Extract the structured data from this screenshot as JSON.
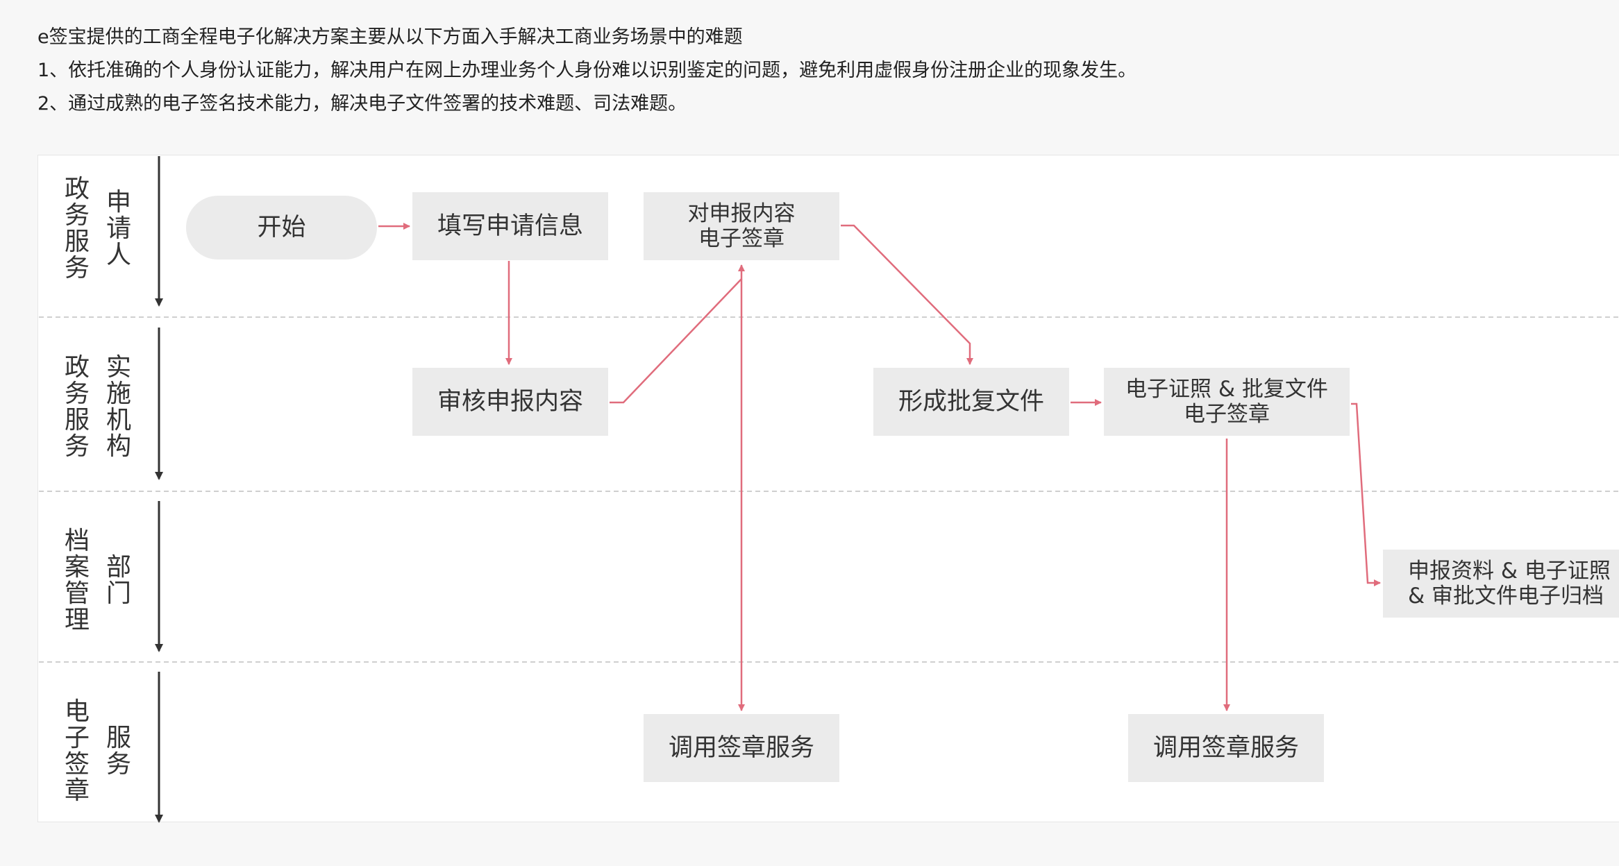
{
  "intro": {
    "line1": "e签宝提供的工商全程电子化解决方案主要从以下方面入手解决工商业务场景中的难题",
    "line2": "1、依托准确的个人身份认证能力，解决用户在网上办理业务个人身份难以识别鉴定的问题，避免利用虚假身份注册企业的现象发生。",
    "line3": "2、通过成熟的电子签名技术能力，解决电子文件签署的技术难题、司法难题。"
  },
  "lanes": [
    {
      "col1": [
        "政",
        "务",
        "服",
        "务"
      ],
      "col2": [
        "申",
        "请",
        "人"
      ]
    },
    {
      "col1": [
        "政",
        "务",
        "服",
        "务"
      ],
      "col2": [
        "实",
        "施",
        "机",
        "构"
      ]
    },
    {
      "col1": [
        "档",
        "案",
        "管",
        "理"
      ],
      "col2": [
        "部",
        "门"
      ]
    },
    {
      "col1": [
        "电",
        "子",
        "签",
        "章"
      ],
      "col2": [
        "服",
        "务"
      ]
    }
  ],
  "nodes": {
    "start": {
      "lines": [
        "开始"
      ]
    },
    "fill_info": {
      "lines": [
        "填写申请信息"
      ]
    },
    "applicant_sign": {
      "lines": [
        "对申报内容",
        "电子签章"
      ]
    },
    "review": {
      "lines": [
        "审核申报内容"
      ]
    },
    "approval_doc": {
      "lines": [
        "形成批复文件"
      ]
    },
    "license_sign": {
      "lines": [
        "电子证照 & 批复文件",
        "电子签章"
      ]
    },
    "archive": {
      "lines": [
        "申报资料 & 电子证照",
        "& 审批文件电子归档"
      ]
    },
    "sign_service_1": {
      "lines": [
        "调用签章服务"
      ]
    },
    "sign_service_2": {
      "lines": [
        "调用签章服务"
      ]
    }
  },
  "colors": {
    "background": "#f7f7f7",
    "panel": "#ffffff",
    "node_fill": "#ebebeb",
    "flow_arrow": "#e06c7c",
    "lane_arrow": "#333333",
    "lane_divider": "#cfcfcf"
  }
}
